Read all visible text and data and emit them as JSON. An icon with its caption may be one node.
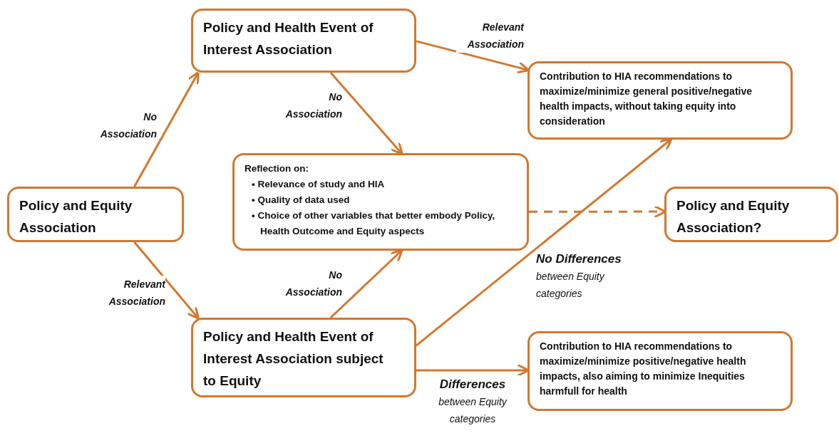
{
  "diagram": {
    "nodes": [
      {
        "text": [
          "Policy and Equity Association"
        ]
      },
      {
        "text": [
          "Policy and Health Event of Interest Association"
        ]
      },
      {
        "text": [
          "Contribution to HIA recommendations to maximize/minimize general positive/negative health impacts, without taking equity into consideration"
        ]
      },
      {
        "text": [
          "Reflection on:",
          "• Relevance of study and HIA",
          "• Quality of data used",
          "• Choice of other variables that better embody Policy, Health Outcome and Equity aspects"
        ]
      },
      {
        "text": [
          "Policy and Equity Association?"
        ]
      },
      {
        "text": [
          "Policy and Health Event of Interest Association subject to Equity"
        ]
      },
      {
        "text": [
          "Contribution to HIA recommendations to maximize/minimize positive/negative health impacts, also aiming to minimize Inequities harmfull for health"
        ]
      }
    ],
    "edges": [
      {
        "from": 0,
        "to": 1,
        "arrow": "to",
        "label": "No Association"
      },
      {
        "from": 0,
        "to": 5,
        "arrow": "to",
        "label": "Relevant Association"
      },
      {
        "from": 1,
        "to": 2,
        "arrow": "to",
        "label": "Relevant Association"
      },
      {
        "from": 1,
        "to": 3,
        "arrow": "to",
        "label": "No Association"
      },
      {
        "from": 5,
        "to": 3,
        "arrow": "to",
        "label": "No Association"
      },
      {
        "from": 5,
        "to": 2,
        "arrow": "to",
        "label": "**No Differences** between Equity categories"
      },
      {
        "from": 5,
        "to": 6,
        "arrow": "to",
        "label": "**Differences** between Equity categories"
      },
      {
        "from": 3,
        "to": 4,
        "arrow": "to",
        "style": "dashed"
      }
    ]
  }
}
